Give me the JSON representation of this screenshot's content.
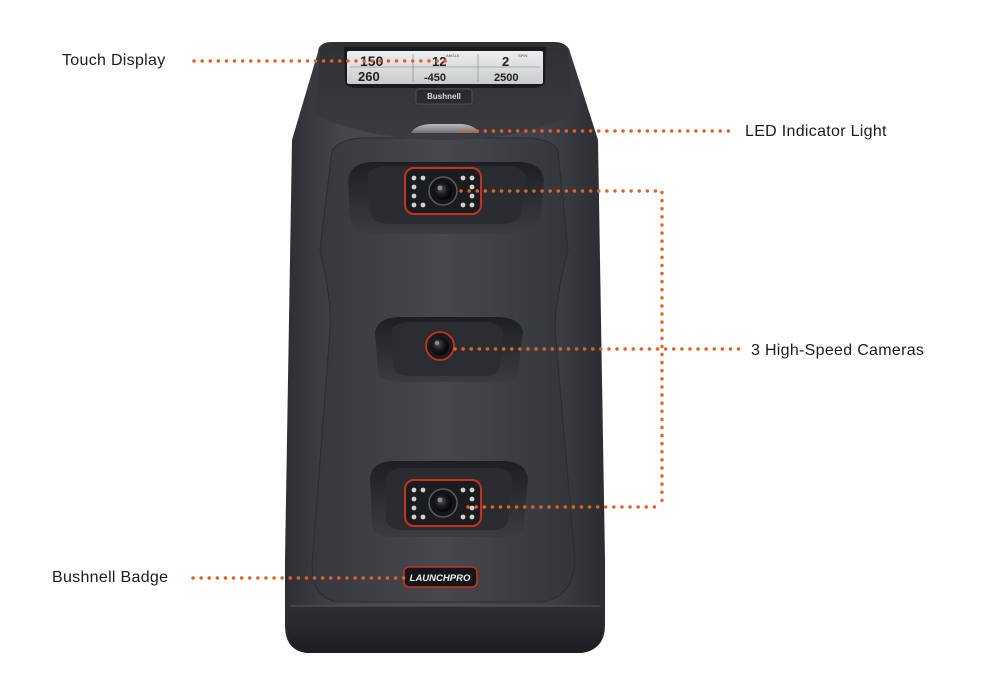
{
  "callouts": {
    "touch_display": "Touch Display",
    "led_indicator": "LED Indicator Light",
    "cameras": "3 High-Speed Cameras",
    "badge": "Bushnell Badge"
  },
  "screen": {
    "value_1": "150",
    "value_2": "12",
    "value_3": "2",
    "value_4": "260",
    "value_5": "-450",
    "value_6": "2500",
    "label_1": "ANGLE",
    "label_2": "SPIN"
  },
  "device": {
    "top_brand": "Bushnell",
    "badge_text": "LAUNCHPRO"
  },
  "colors": {
    "leader": "#e0622a",
    "body": "#3d3f44",
    "body_dark": "#26282c",
    "camera_ring": "#c4331f",
    "label_text": "#1c1c1c"
  }
}
